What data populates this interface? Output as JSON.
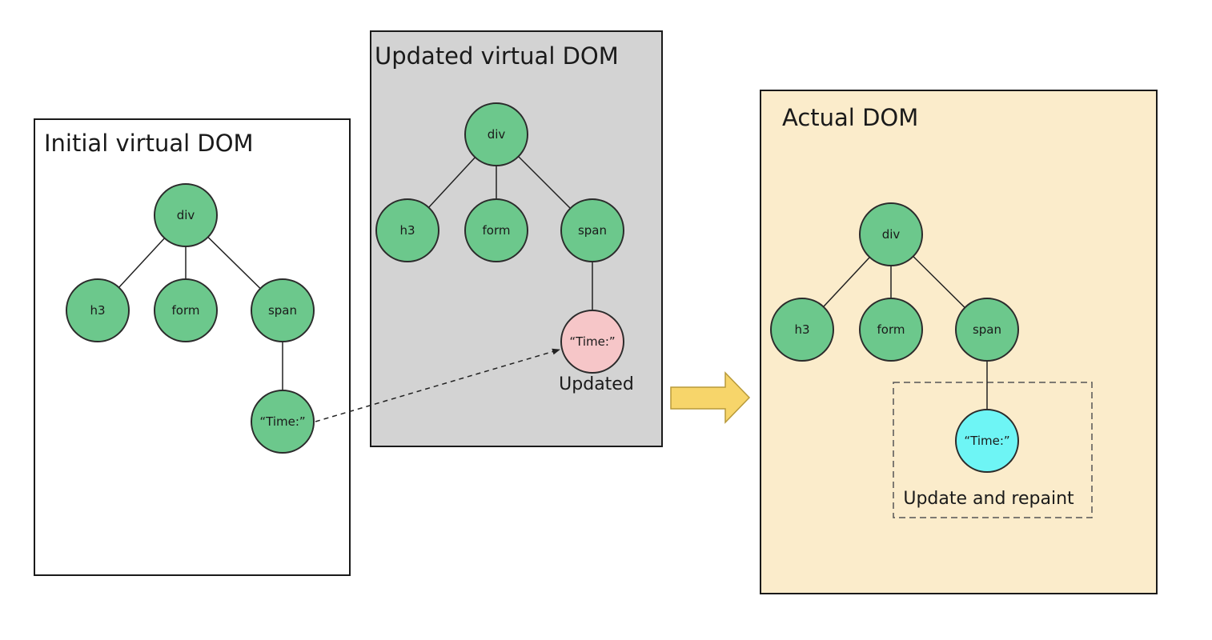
{
  "colors": {
    "node_green": "#6cc88c",
    "node_pink": "#f6c6c8",
    "node_cyan": "#6ef5f5",
    "panel_gray": "#d3d3d3",
    "panel_cream": "#fbeccb",
    "arrow_yellow": "#f7d56a"
  },
  "panels": {
    "initial": {
      "title": "Initial virtual DOM",
      "nodes": {
        "div": "div",
        "h3": "h3",
        "form": "form",
        "span": "span",
        "time": "“Time:”"
      }
    },
    "updated": {
      "title": "Updated virtual DOM",
      "nodes": {
        "div": "div",
        "h3": "h3",
        "form": "form",
        "span": "span",
        "time": "“Time:”"
      },
      "caption": "Updated"
    },
    "actual": {
      "title": "Actual DOM",
      "nodes": {
        "div": "div",
        "h3": "h3",
        "form": "form",
        "span": "span",
        "time": "“Time:”"
      },
      "caption": "Update and repaint"
    }
  }
}
